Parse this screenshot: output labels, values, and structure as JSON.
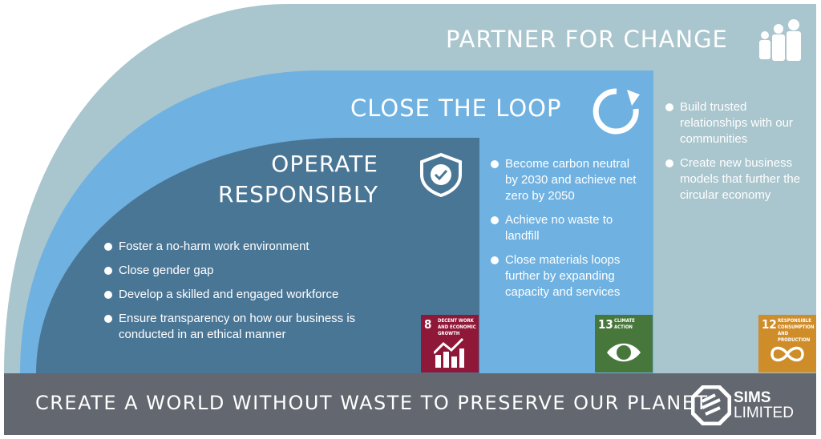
{
  "partner": {
    "title": "PARTNER FOR CHANGE",
    "bullets": [
      "Build trusted relationships with our communities",
      "Create new business models that further the circular economy"
    ]
  },
  "loop": {
    "title": "CLOSE THE LOOP",
    "bullets": [
      "Become carbon neutral by 2030 and achieve net zero by 2050",
      "Achieve no waste to landfill",
      "Close materials loops further by expanding capacity and services"
    ]
  },
  "operate": {
    "title_1": "OPERATE",
    "title_2": "RESPONSIBLY",
    "bullets": [
      "Foster a no-harm work environment",
      "Close gender gap",
      "Develop a skilled and engaged workforce",
      "Ensure transparency on how our business is conducted in an ethical manner"
    ]
  },
  "sdgs": [
    {
      "number": "8",
      "label": "DECENT WORK AND ECONOMIC GROWTH",
      "color": "#8f1838"
    },
    {
      "number": "13",
      "label": "CLIMATE ACTION",
      "color": "#48773c"
    },
    {
      "number": "12",
      "label": "RESPONSIBLE CONSUMPTION AND PRODUCTION",
      "color": "#cf8d2a"
    }
  ],
  "footer": {
    "tagline": "CREATE A WORLD WITHOUT WASTE TO PRESERVE OUR PLANET",
    "logo_line1": "SIMS",
    "logo_line2": "LIMITED"
  },
  "colors": {
    "outer": "#a9c5cd",
    "middle": "#6fb1e1",
    "inner": "#4a7696",
    "footer": "#63676f"
  }
}
